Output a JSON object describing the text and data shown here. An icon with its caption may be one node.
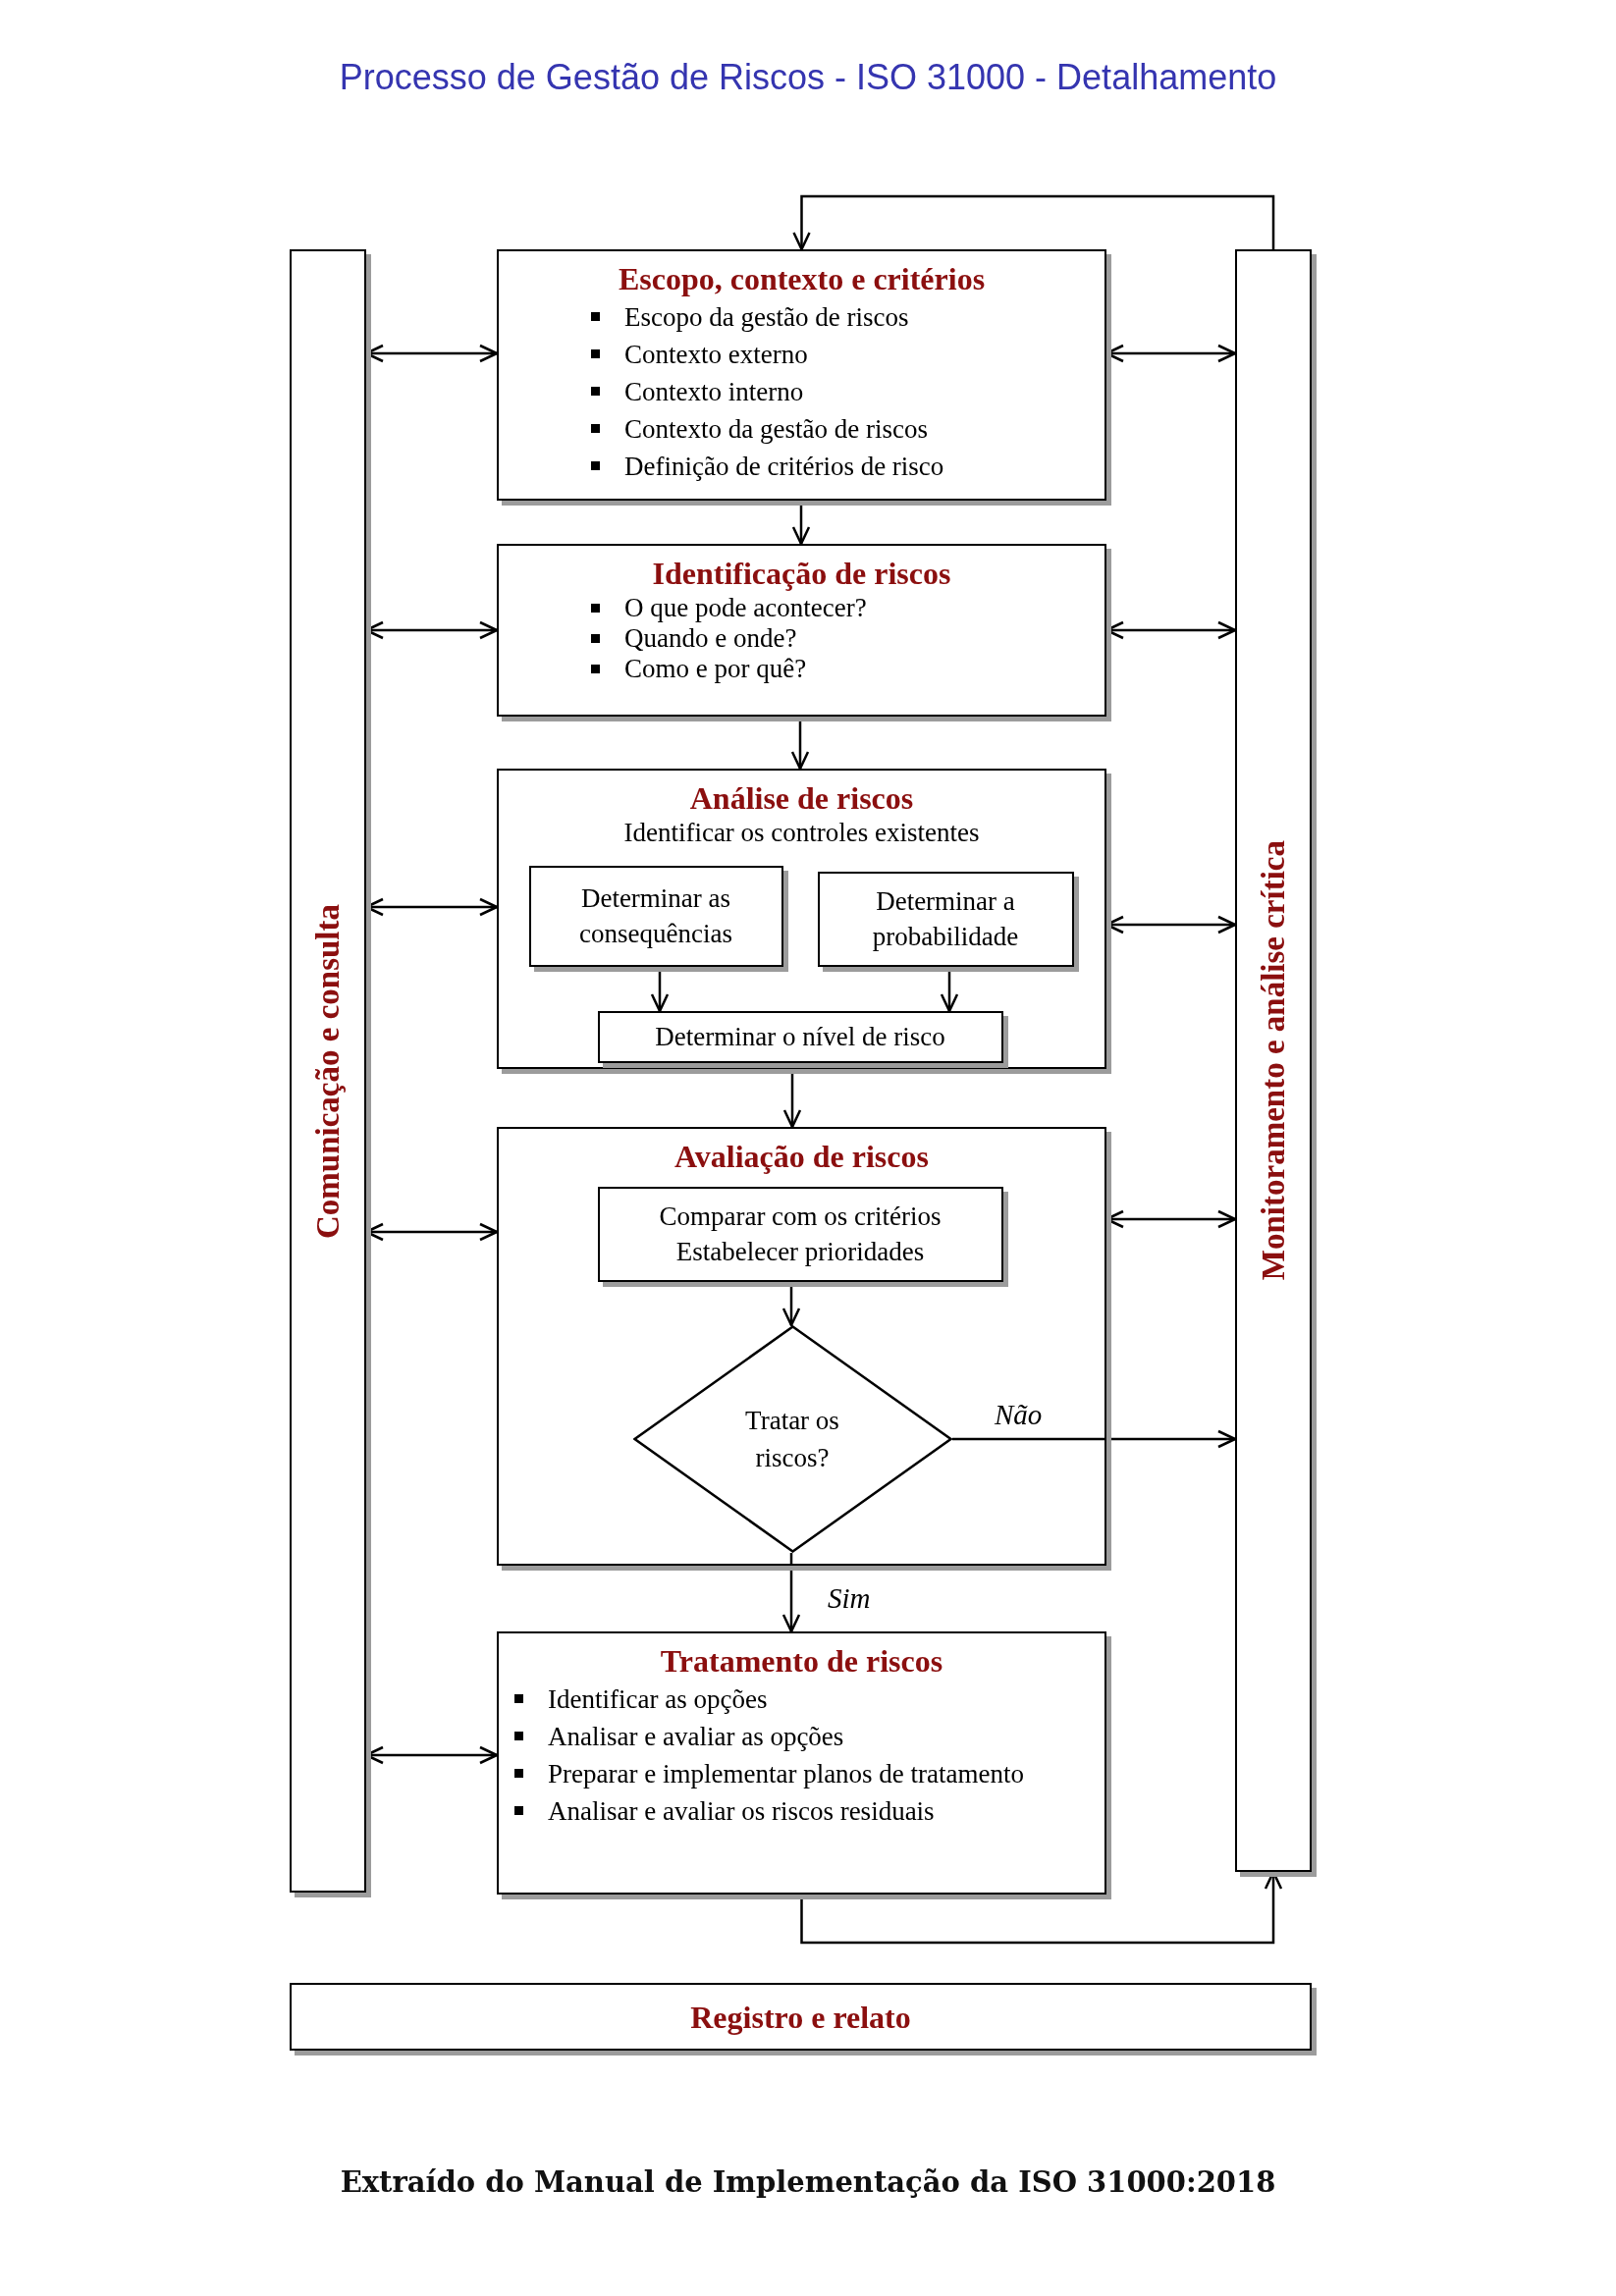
{
  "diagram": {
    "title": "Processo de Gestão de Riscos - ISO 31000 - Detalhamento",
    "caption": "Extraído do Manual de Implementação da ISO 31000:2018",
    "nodes": [
      {
        "text": [
          "Comunicação e consulta"
        ]
      },
      {
        "text": [
          "Escopo, contexto e critérios",
          "Escopo da gestão de riscos",
          "Contexto externo",
          "Contexto interno",
          "Contexto da gestão de riscos",
          "Definição de critérios de risco"
        ]
      },
      {
        "text": [
          "Identificação de riscos",
          "O que pode acontecer?",
          "Quando e onde?",
          "Como e por quê?"
        ]
      },
      {
        "text": [
          "Análise de riscos",
          "Identificar os controles existentes"
        ]
      },
      {
        "text": [
          "Determinar as consequências"
        ],
        "in": 3
      },
      {
        "text": [
          "Determinar a probabilidade"
        ],
        "in": 3
      },
      {
        "text": [
          "Determinar o nível de risco"
        ],
        "in": 3
      },
      {
        "text": [
          "Avaliação de riscos"
        ]
      },
      {
        "text": [
          "Comparar com os critérios",
          "Estabelecer prioridades"
        ],
        "in": 7
      },
      {
        "text": [
          "Tratar os riscos?"
        ],
        "in": 7
      },
      {
        "text": [
          "Tratamento de riscos",
          "Identificar as opções",
          "Analisar e avaliar as opções",
          "Preparar e implementar planos de tratamento",
          "Analisar e avaliar os riscos residuais"
        ]
      },
      {
        "text": [
          "Monitoramento e análise crítica"
        ]
      },
      {
        "text": [
          "Registro e relato"
        ]
      }
    ],
    "edges": [
      {
        "from": 11,
        "to": 1,
        "arrow": "to"
      },
      {
        "from": 1,
        "to": 2,
        "arrow": "to"
      },
      {
        "from": 2,
        "to": 3,
        "arrow": "to"
      },
      {
        "from": 3,
        "to": 7,
        "arrow": "to"
      },
      {
        "from": 4,
        "to": 6,
        "arrow": "to"
      },
      {
        "from": 5,
        "to": 6,
        "arrow": "to"
      },
      {
        "from": 8,
        "to": 9,
        "arrow": "to"
      },
      {
        "from": 9,
        "to": 11,
        "arrow": "to",
        "label": "Não"
      },
      {
        "from": 9,
        "to": 10,
        "arrow": "to",
        "label": "Sim"
      },
      {
        "from": 10,
        "to": 11,
        "arrow": "to"
      },
      {
        "from": 0,
        "to": 1,
        "arrow": "both"
      },
      {
        "from": 0,
        "to": 2,
        "arrow": "both"
      },
      {
        "from": 0,
        "to": 3,
        "arrow": "both"
      },
      {
        "from": 0,
        "to": 7,
        "arrow": "both"
      },
      {
        "from": 0,
        "to": 10,
        "arrow": "both"
      },
      {
        "from": 11,
        "to": 1,
        "arrow": "both"
      },
      {
        "from": 11,
        "to": 2,
        "arrow": "both"
      },
      {
        "from": 11,
        "to": 3,
        "arrow": "both"
      },
      {
        "from": 11,
        "to": 7,
        "arrow": "both"
      }
    ]
  }
}
